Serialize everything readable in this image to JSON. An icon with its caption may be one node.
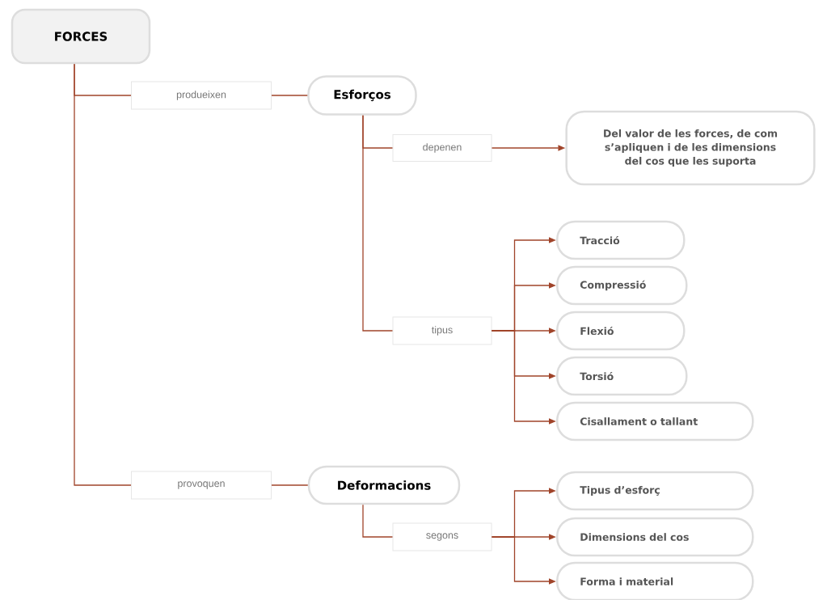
{
  "diagram": {
    "nodes": [
      {
        "text": [
          "FORCES"
        ]
      },
      {
        "text": [
          "produeixen"
        ]
      },
      {
        "text": [
          "Esforços"
        ]
      },
      {
        "text": [
          "depenen"
        ]
      },
      {
        "text": [
          "Del valor de les forces, de com s’apliquen i de les dimensions del cos que les suporta"
        ]
      },
      {
        "text": [
          "tipus"
        ]
      },
      {
        "text": [
          "Tracció"
        ]
      },
      {
        "text": [
          "Compressió"
        ]
      },
      {
        "text": [
          "Flexió"
        ]
      },
      {
        "text": [
          "Torsió"
        ]
      },
      {
        "text": [
          "Cisallament o tallant"
        ]
      },
      {
        "text": [
          "provoquen"
        ]
      },
      {
        "text": [
          "Deformacions"
        ]
      },
      {
        "text": [
          "segons"
        ]
      },
      {
        "text": [
          "Tipus d’esforç"
        ]
      },
      {
        "text": [
          "Dimensions del cos"
        ]
      },
      {
        "text": [
          "Forma i material"
        ]
      }
    ],
    "edges": [
      {
        "from": 0,
        "to": 1,
        "arrow": "none"
      },
      {
        "from": 1,
        "to": 2,
        "arrow": "none"
      },
      {
        "from": 2,
        "to": 3,
        "arrow": "none"
      },
      {
        "from": 3,
        "to": 4,
        "arrow": "to"
      },
      {
        "from": 2,
        "to": 5,
        "arrow": "none"
      },
      {
        "from": 5,
        "to": 6,
        "arrow": "to"
      },
      {
        "from": 5,
        "to": 7,
        "arrow": "to"
      },
      {
        "from": 5,
        "to": 8,
        "arrow": "to"
      },
      {
        "from": 5,
        "to": 9,
        "arrow": "to"
      },
      {
        "from": 5,
        "to": 10,
        "arrow": "to"
      },
      {
        "from": 0,
        "to": 11,
        "arrow": "none"
      },
      {
        "from": 11,
        "to": 12,
        "arrow": "none"
      },
      {
        "from": 12,
        "to": 13,
        "arrow": "none"
      },
      {
        "from": 13,
        "to": 14,
        "arrow": "to"
      },
      {
        "from": 13,
        "to": 15,
        "arrow": "to"
      },
      {
        "from": 13,
        "to": 16,
        "arrow": "to"
      }
    ]
  }
}
